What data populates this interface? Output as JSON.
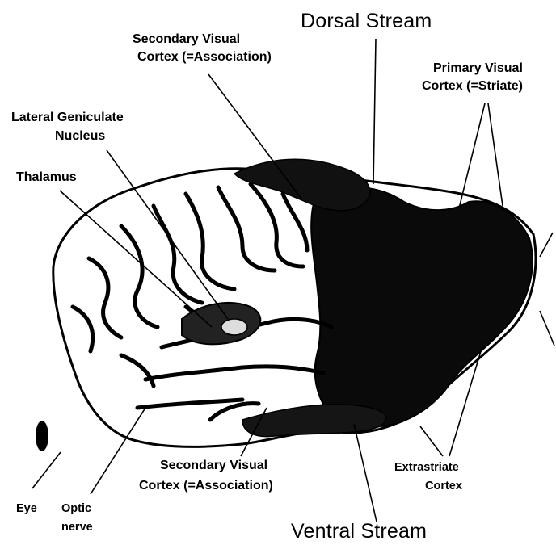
{
  "labels": {
    "dorsal_stream": "Dorsal Stream",
    "ventral_stream": "Ventral Stream",
    "secondary_visual_top_line1": "Secondary Visual",
    "secondary_visual_top_line2": "Cortex (=Association)",
    "primary_visual_line1": "Primary Visual",
    "primary_visual_line2": "Cortex (=Striate)",
    "lgn_line1": "Lateral Geniculate",
    "lgn_line2": "Nucleus",
    "thalamus": "Thalamus",
    "secondary_visual_bottom_line1": "Secondary Visual",
    "secondary_visual_bottom_line2": "Cortex (=Association)",
    "extrastriate_line1": "Extrastriate",
    "extrastriate_line2": "Cortex",
    "eye": "Eye",
    "optic_nerve_line1": "Optic",
    "optic_nerve_line2": "nerve"
  },
  "colors": {
    "ink": "#000000",
    "background": "#ffffff",
    "cortex_fill": "#ffffff"
  }
}
